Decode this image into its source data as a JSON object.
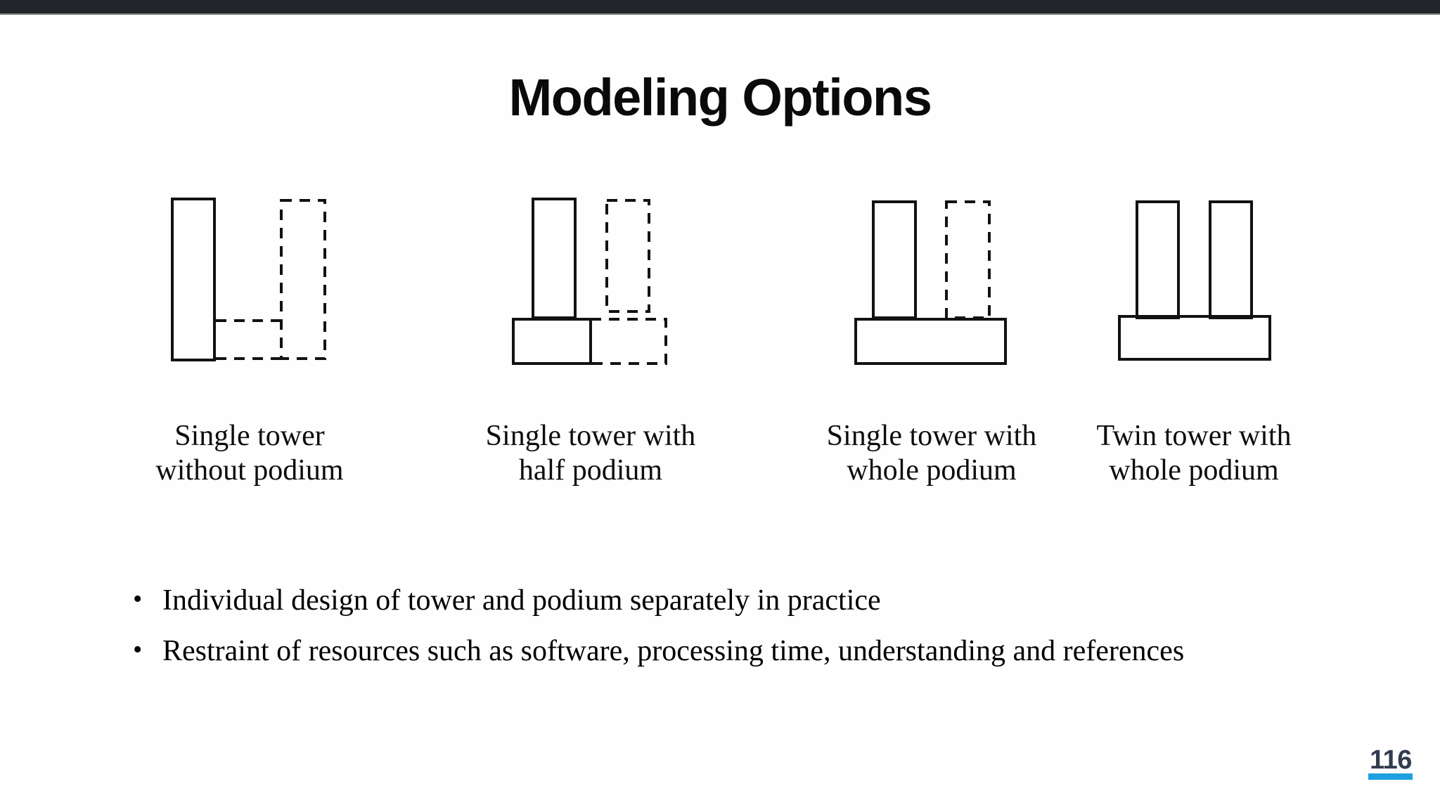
{
  "slide": {
    "title": "Modeling Options",
    "diagrams": [
      {
        "id": "single-tower-without-podium",
        "label_line1": "Single tower",
        "label_line2": "without podium",
        "tower1_style": "solid",
        "tower2_style": "dashed",
        "podium_style": "dashed"
      },
      {
        "id": "single-tower-half-podium",
        "label_line1": "Single tower with",
        "label_line2": "half podium",
        "tower1_style": "solid",
        "tower2_style": "dashed",
        "podium_style": "half-solid-half-dashed"
      },
      {
        "id": "single-tower-whole-podium",
        "label_line1": "Single tower with",
        "label_line2": "whole podium",
        "tower1_style": "solid",
        "tower2_style": "dashed",
        "podium_style": "solid"
      },
      {
        "id": "twin-tower-whole-podium",
        "label_line1": "Twin tower with",
        "label_line2": "whole podium",
        "tower1_style": "solid",
        "tower2_style": "solid",
        "podium_style": "solid"
      }
    ],
    "bullets": [
      "Individual design of tower and podium separately in practice",
      "Restraint of resources such as software, processing time, understanding and references"
    ],
    "page_number": "116",
    "colors": {
      "topbar": "#22262b",
      "diagram_stroke": "#121212",
      "page_number_text": "#323c4d",
      "page_number_underline": "#1d9fe0"
    }
  }
}
